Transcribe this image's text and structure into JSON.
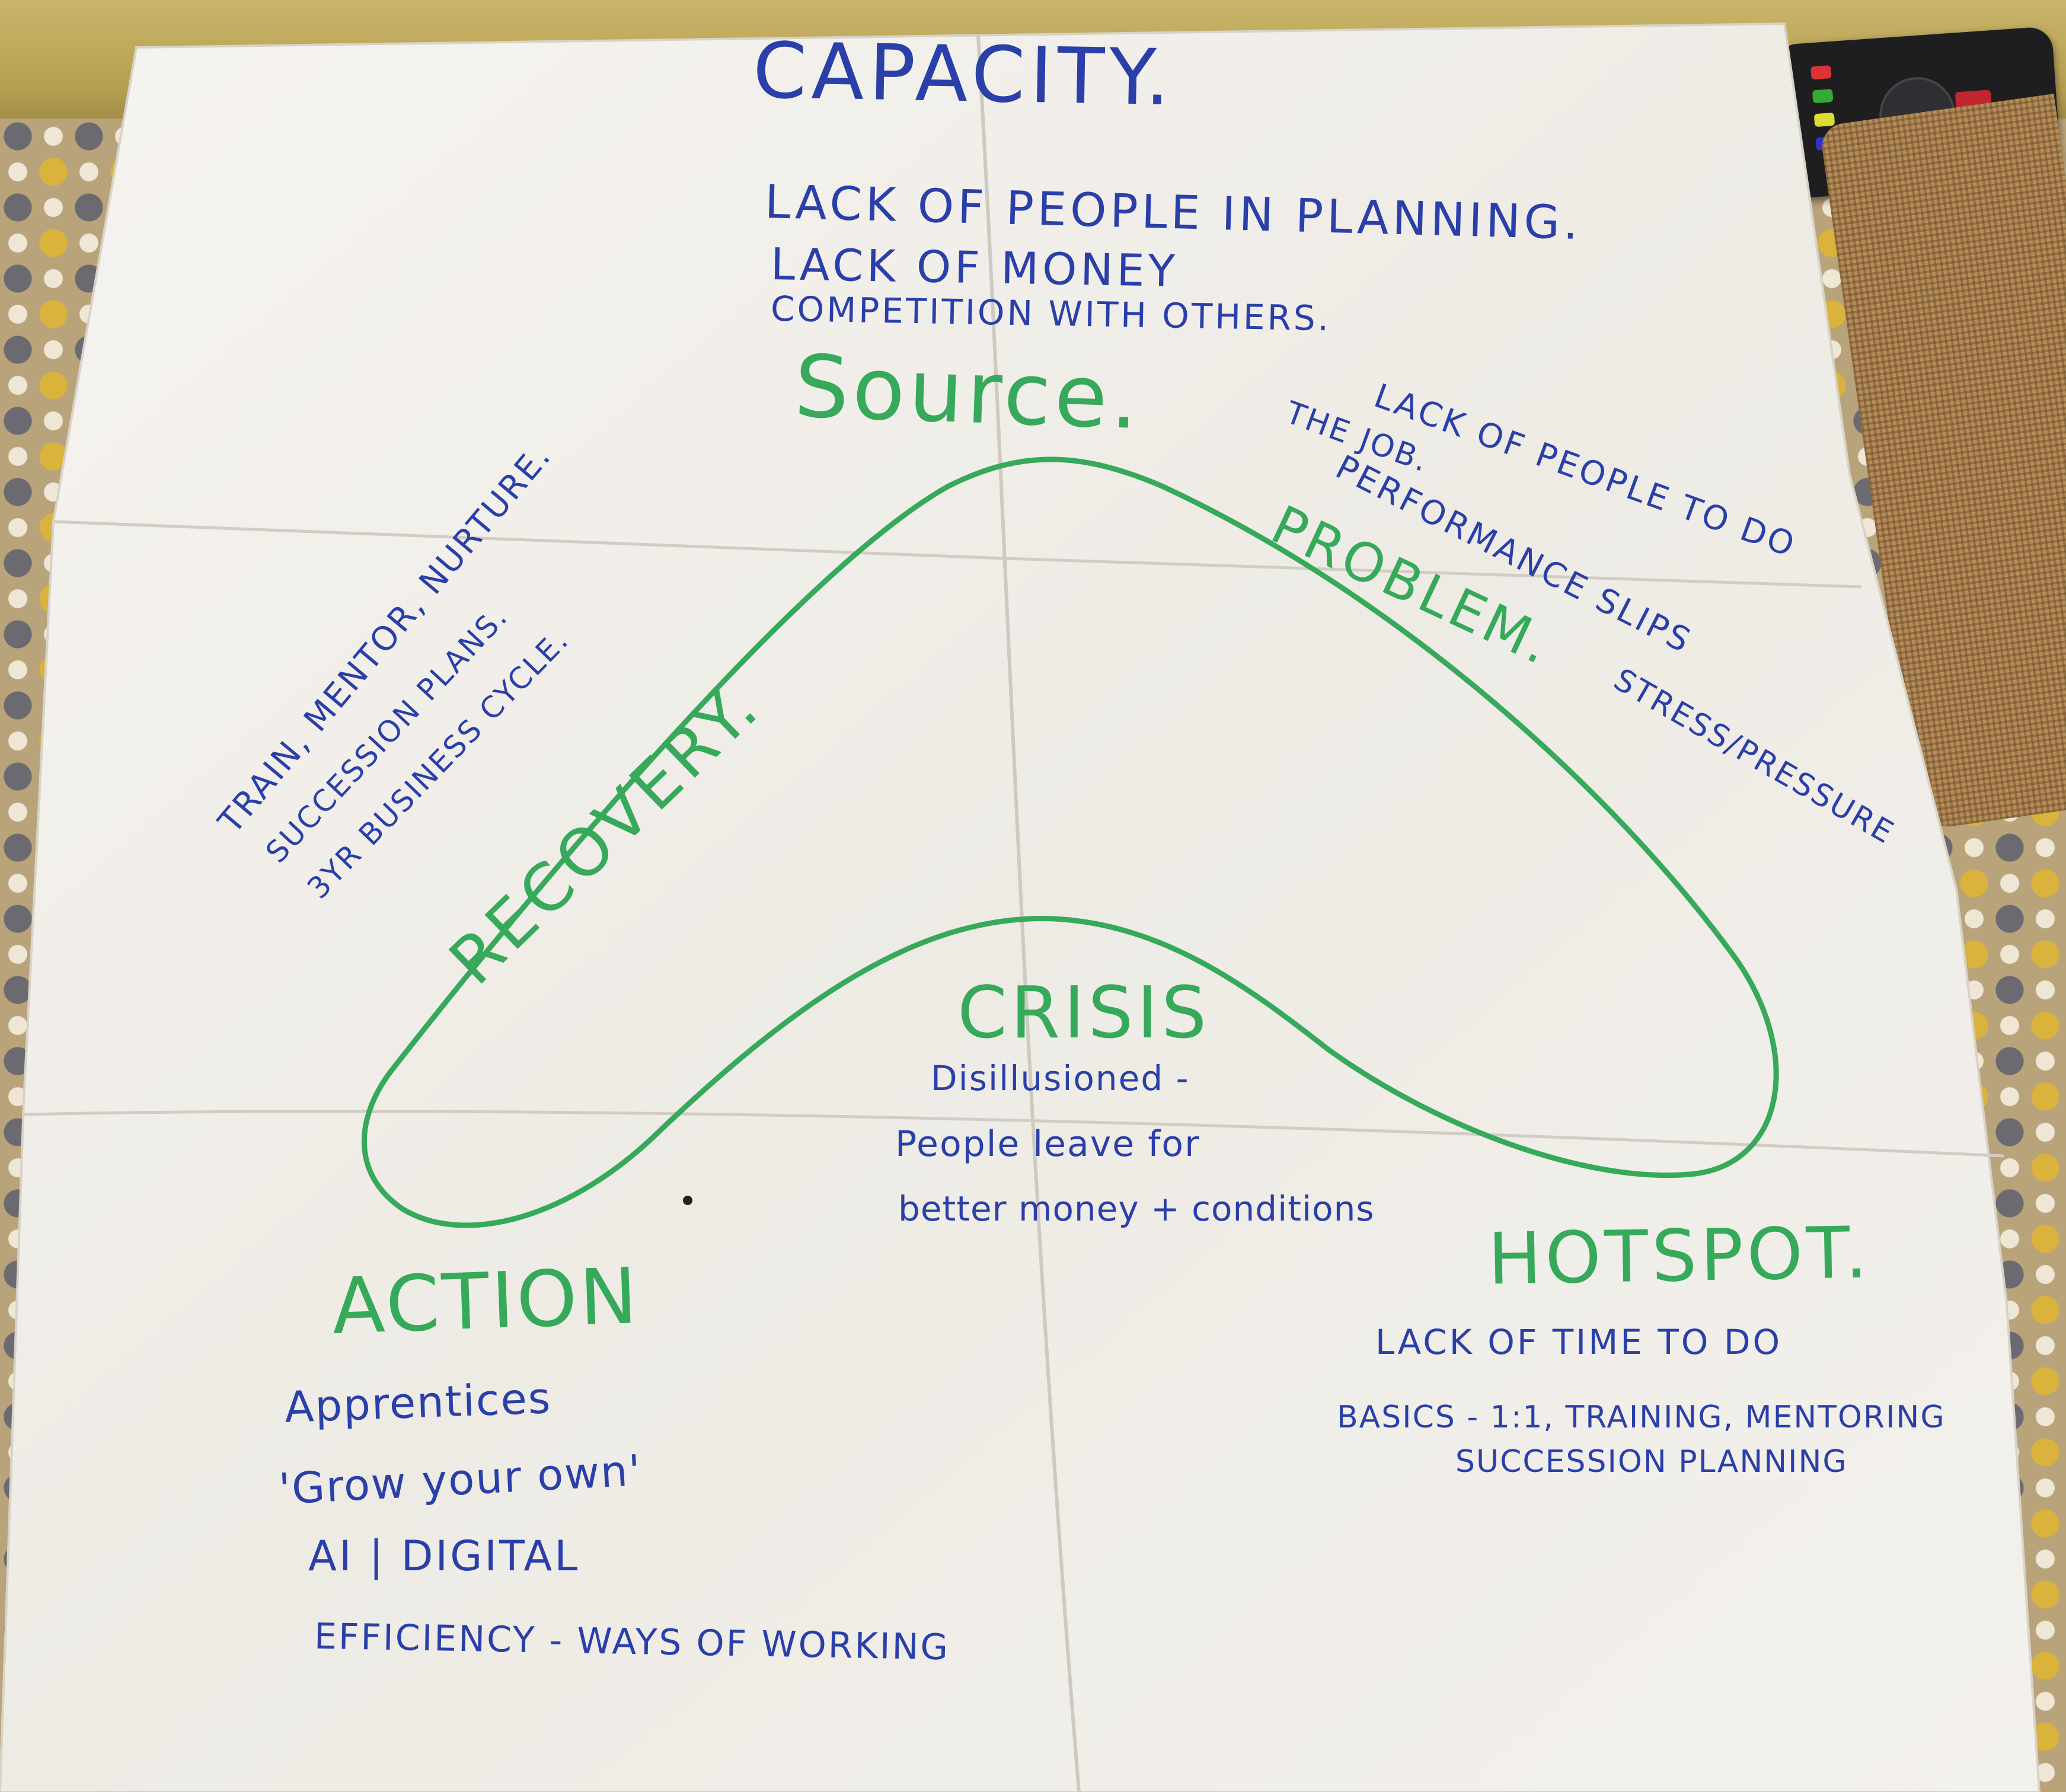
{
  "title": "CAPACITY.",
  "source": {
    "label": "Source.",
    "lines": [
      "LACK OF PEOPLE IN PLANNING.",
      "LACK OF MONEY",
      "COMPETITION WITH OTHERS."
    ]
  },
  "problem": {
    "label": "PROBLEM.",
    "lines": [
      "LACK OF PEOPLE TO DO",
      "THE JOB.",
      "PERFORMANCE SLIPS",
      "STRESS/PRESSURE"
    ]
  },
  "recovery": {
    "label": "RECOVERY.",
    "lines": [
      "TRAIN, MENTOR, NURTURE.",
      "SUCCESSION PLANS.",
      "3YR BUSINESS CYCLE."
    ]
  },
  "crisis": {
    "label": "CRISIS",
    "lines": [
      "Disillusioned -",
      "People leave for",
      "better money + conditions"
    ]
  },
  "action": {
    "label": "ACTION",
    "lines": [
      "Apprentices",
      "'Grow your own'",
      "AI | DIGITAL",
      "EFFICIENCY - WAYS OF WORKING"
    ]
  },
  "hotspot": {
    "label": "HOTSPOT.",
    "lines": [
      "LACK OF TIME TO DO",
      "BASICS - 1:1, TRAINING, MENTORING",
      "SUCCESSION PLANNING"
    ]
  },
  "colors": {
    "marker_blue": "#2a3fa8",
    "marker_green": "#36a95a",
    "paper": "#f4f2ee"
  }
}
